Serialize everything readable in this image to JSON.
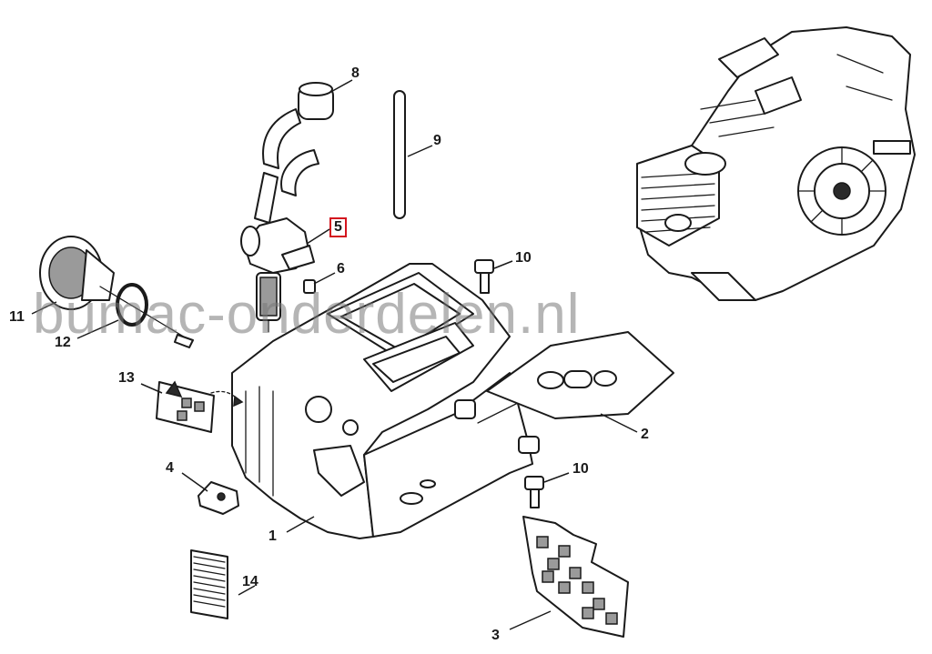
{
  "watermark": "bumac-onderdelen.nl",
  "highlight_color": "#d3141e",
  "callouts": [
    {
      "id": "1",
      "label": "1"
    },
    {
      "id": "2",
      "label": "2"
    },
    {
      "id": "3",
      "label": "3"
    },
    {
      "id": "4",
      "label": "4"
    },
    {
      "id": "5",
      "label": "5",
      "highlighted": true
    },
    {
      "id": "6",
      "label": "6"
    },
    {
      "id": "8",
      "label": "8"
    },
    {
      "id": "9",
      "label": "9"
    },
    {
      "id": "10a",
      "label": "10"
    },
    {
      "id": "10b",
      "label": "10"
    },
    {
      "id": "11",
      "label": "11"
    },
    {
      "id": "12",
      "label": "12"
    },
    {
      "id": "13",
      "label": "13"
    },
    {
      "id": "14",
      "label": "14"
    }
  ]
}
